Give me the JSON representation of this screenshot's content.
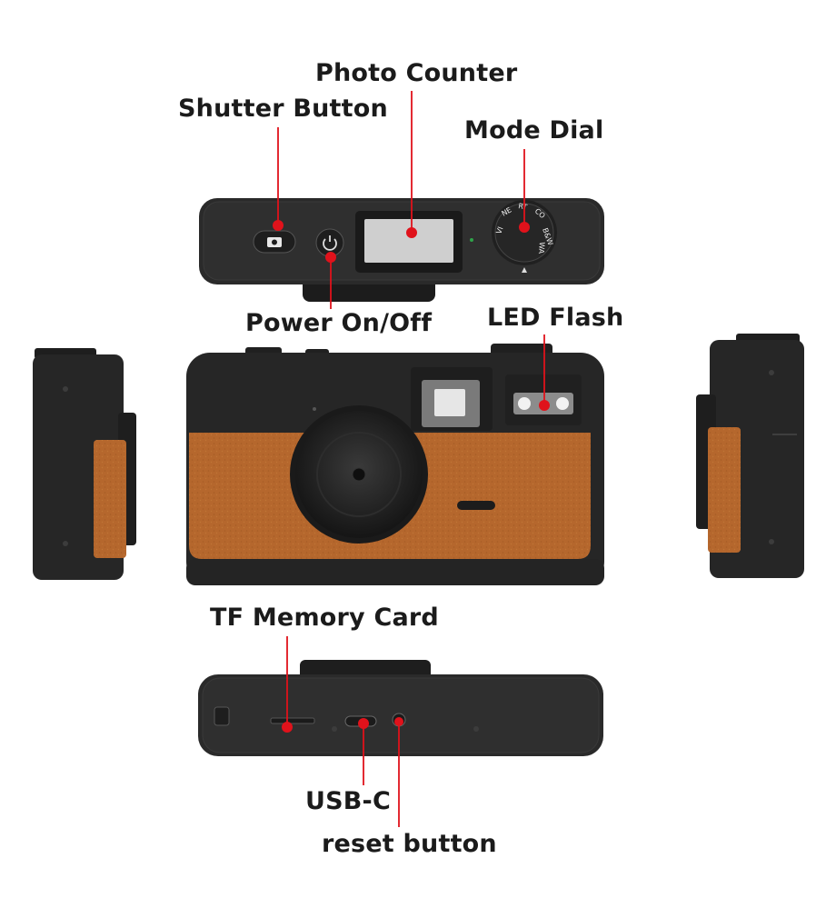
{
  "labels": {
    "photo_counter": "Photo Counter",
    "shutter_button": "Shutter Button",
    "mode_dial": "Mode Dial",
    "power": "Power On/Off",
    "led_flash": "LED Flash",
    "tf_card": "TF Memory Card",
    "usb_c": "USB-C",
    "reset_button": "reset button"
  },
  "dial_marks": [
    "B&W",
    "WA",
    "CO",
    "RT",
    "NE",
    "VI"
  ],
  "colors": {
    "body_dark": "#262626",
    "leather": "#b5672d",
    "callout_red": "#e0121b",
    "label_text": "#1b1b1b"
  },
  "icons": [
    "camera-icon",
    "power-icon",
    "flash-icon",
    "triangle-icon"
  ]
}
